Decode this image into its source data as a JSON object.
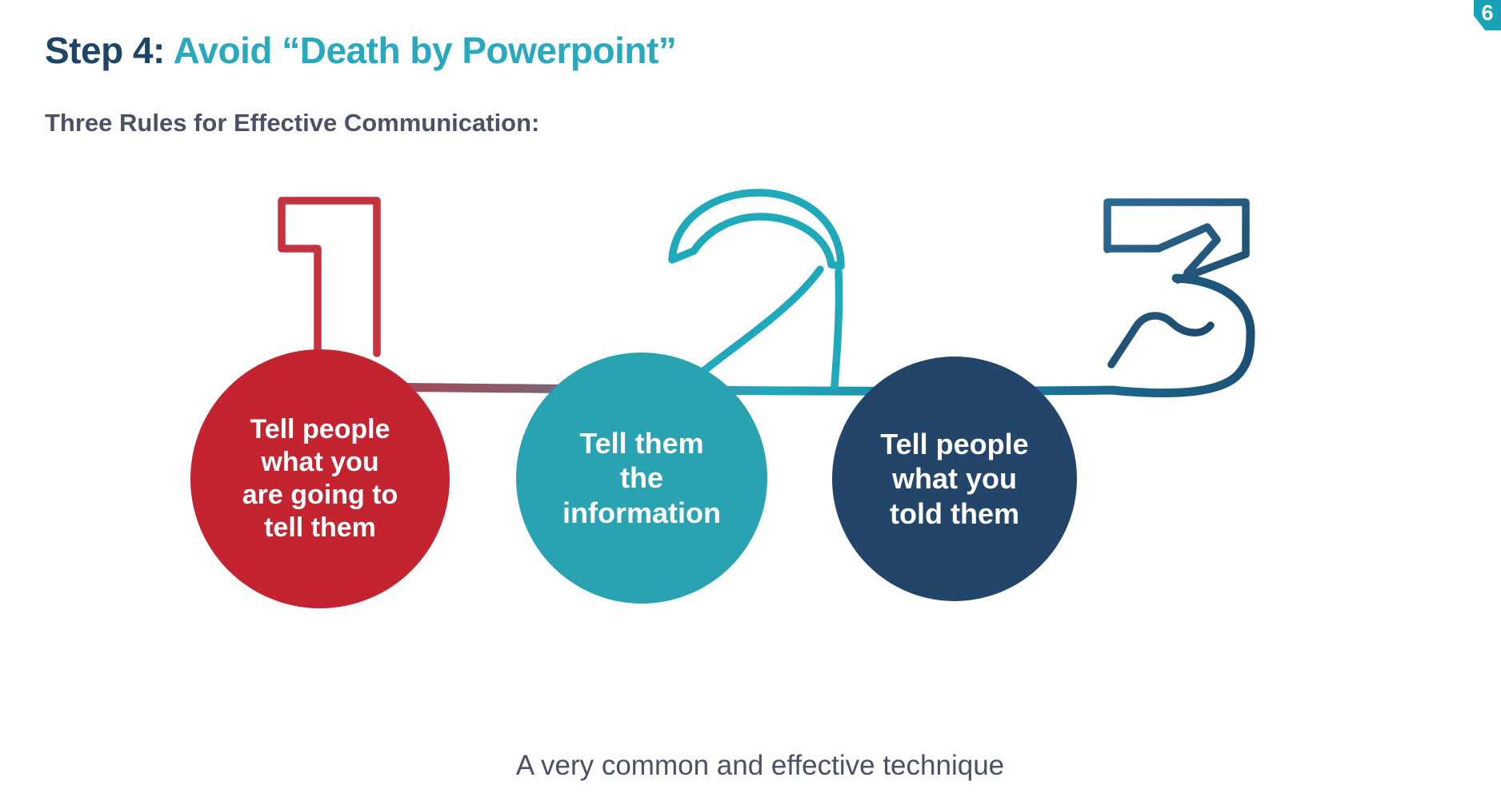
{
  "slide": {
    "background": "#FFFFFF",
    "title": {
      "prefix": "Step 4: ",
      "highlight": "Avoid “Death by Powerpoint”",
      "prefix_color": "#1E4566",
      "highlight_color": "#29A9BD"
    },
    "subtitle": {
      "text": "Three Rules for Effective Communication:",
      "color": "#4A5264"
    },
    "caption": {
      "text": "A very common and effective technique",
      "color": "#4A5165"
    },
    "corner_badge": {
      "number": "6",
      "color": "#17A2B8"
    }
  },
  "diagram": {
    "description": "Outlined numbers 1, 2, 3 joined by a gradient swoosh line, each above a solid circle",
    "line_gradient": [
      "#C43240",
      "#7D6473",
      "#20A8BB",
      "#1D5076"
    ],
    "steps": [
      {
        "number": "1",
        "number_color": "#C43240",
        "circle_color": "#C4242F",
        "circle_text": "Tell people what you are going to tell them",
        "circle_lines": [
          "Tell people",
          "what you",
          "are going to",
          "tell them"
        ]
      },
      {
        "number": "2",
        "number_color": "#20A8BB",
        "circle_color": "#29A2B2",
        "circle_text": "Tell them the information",
        "circle_lines": [
          "Tell them",
          "the",
          "information"
        ]
      },
      {
        "number": "3",
        "number_color": "#1D5076",
        "circle_color": "#224569",
        "circle_text": "Tell people what you told them",
        "circle_lines": [
          "Tell people",
          "what you",
          "told them"
        ]
      }
    ]
  }
}
